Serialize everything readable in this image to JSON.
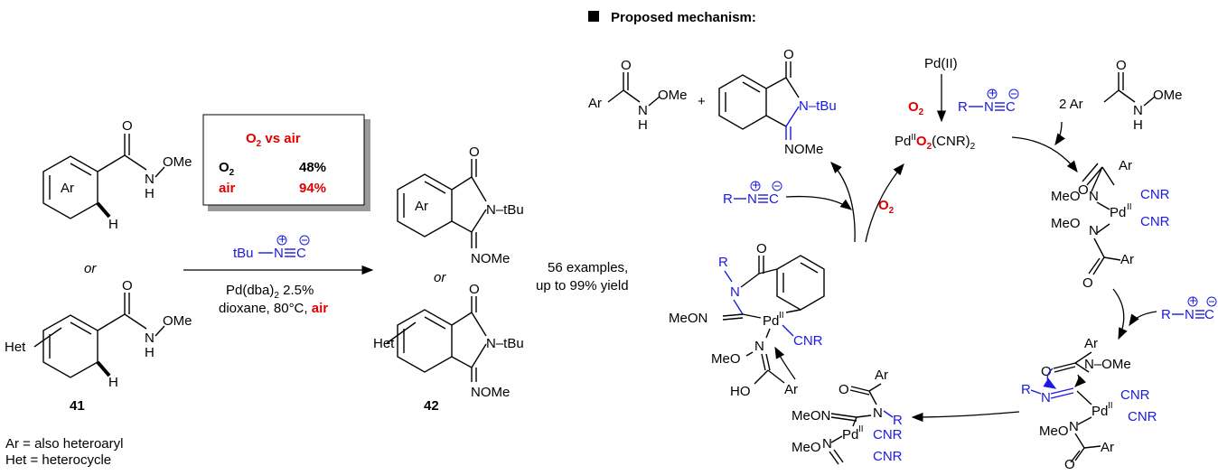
{
  "header": {
    "title": "Proposed mechanism:"
  },
  "box": {
    "title_pre": "O",
    "title_sub": "2",
    "title_post": " vs air",
    "row1_label": "O",
    "row1_sub": "2",
    "row1_value": "48%",
    "row2_label": "air",
    "row2_value": "94%"
  },
  "reaction": {
    "reagent_pre": "tBu",
    "reagent_n": "N",
    "reagent_c": "C",
    "cond1_pre": "Pd(dba)",
    "cond1_sub": "2",
    "cond1_post": " 2.5%",
    "cond2_pre": "dioxane, 80°C, ",
    "cond2_air": "air",
    "scope1": "56 examples,",
    "scope2": "up to 99% yield"
  },
  "compounds": {
    "start_label": "41",
    "product_label": "42",
    "or": "or",
    "ar": "Ar",
    "het": "Het",
    "h": "H",
    "o": "O",
    "nh": "N",
    "ome": "OMe",
    "tbu": "N–tBu",
    "nome": "NOMe"
  },
  "footnotes": {
    "line1": "Ar = also heteroaryl",
    "line2": "Het = heterocycle"
  },
  "mechanism": {
    "pd2": "Pd(II)",
    "o2": "O",
    "o2sub": "2",
    "isocyanide_r": "R",
    "isocyanide_n": "N",
    "isocyanide_c": "C",
    "complex_pre": "Pd",
    "complex_sup": "II",
    "complex_o": "O",
    "complex_osub": "2",
    "complex_post": "(CNR)",
    "complex_postsub": "2",
    "two_ar": "2  Ar",
    "plus": "+",
    "meo": "MeO",
    "cnr": "CNR",
    "pd": "Pd",
    "pdsup": "II",
    "meon": "MeON",
    "ho": "HO",
    "n_ome": "N–OMe",
    "r": "R",
    "n": "N"
  }
}
